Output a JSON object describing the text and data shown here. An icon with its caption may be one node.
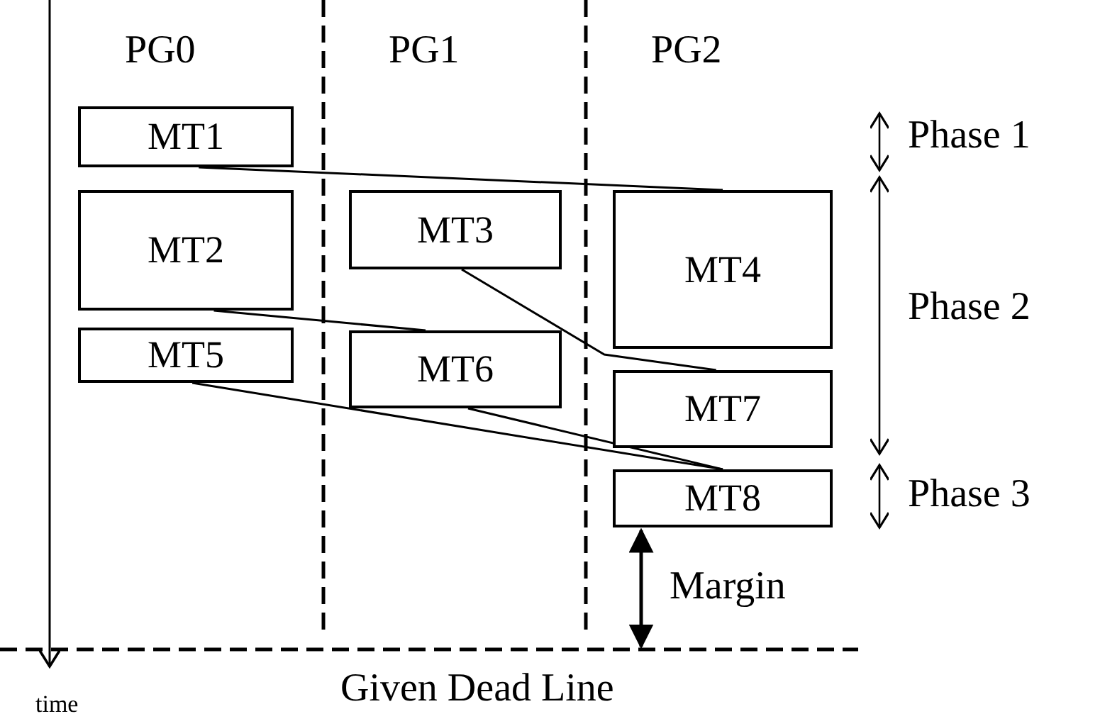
{
  "diagram": {
    "nodes": [
      {
        "text": [
          "MT1"
        ]
      },
      {
        "text": [
          "MT2"
        ]
      },
      {
        "text": [
          "MT5"
        ]
      },
      {
        "text": [
          "MT3"
        ]
      },
      {
        "text": [
          "MT6"
        ]
      },
      {
        "text": [
          "MT4"
        ]
      },
      {
        "text": [
          "MT7"
        ]
      },
      {
        "text": [
          "MT8"
        ]
      }
    ],
    "edges": [
      {
        "from": 0,
        "to": 5,
        "arrow": "none"
      },
      {
        "from": 1,
        "to": 4,
        "arrow": "none"
      },
      {
        "from": 3,
        "to": 6,
        "arrow": "none"
      },
      {
        "from": 2,
        "to": 7,
        "arrow": "none"
      },
      {
        "from": 4,
        "to": 7,
        "arrow": "none"
      }
    ],
    "labels": [
      "PG0",
      "PG1",
      "PG2",
      "Phase 1",
      "Phase 2",
      "Phase 3",
      "Margin",
      "time",
      "Given Dead Line"
    ]
  }
}
